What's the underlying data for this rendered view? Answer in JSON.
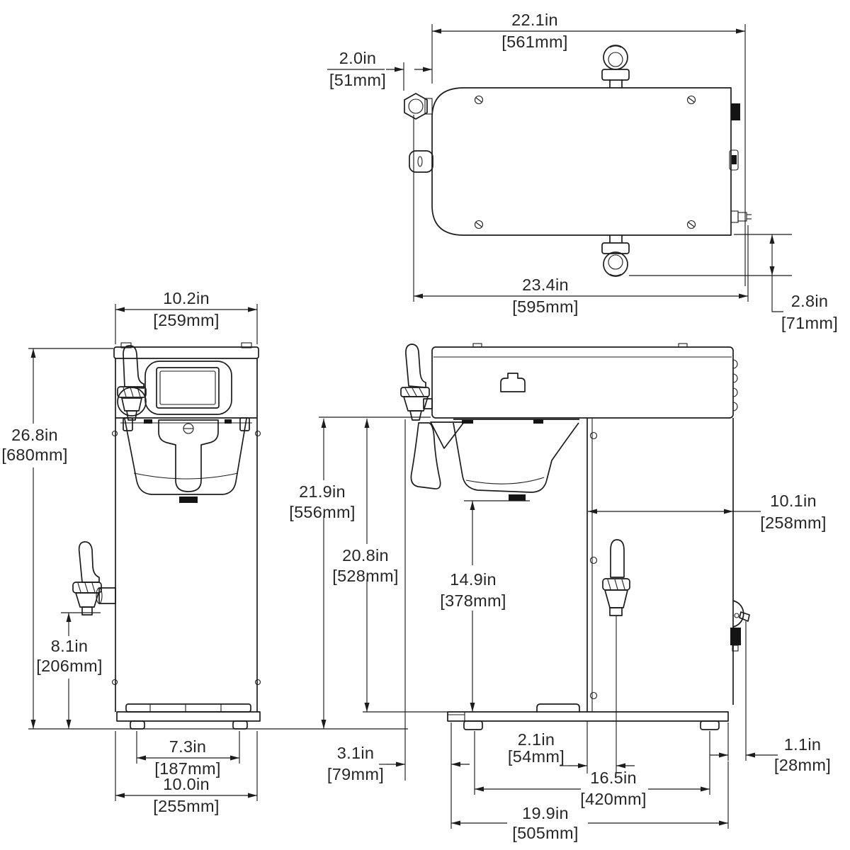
{
  "drawing": {
    "description": "three-view technical dimension drawing of a coffee brewer",
    "units": [
      "in",
      "mm"
    ],
    "dimensions": {
      "top_width": {
        "in": "22.1in",
        "mm": "[561mm]"
      },
      "side_inset": {
        "in": "2.0in",
        "mm": "[51mm]"
      },
      "top_depth": {
        "in": "23.4in",
        "mm": "[595mm]"
      },
      "rear_clearance": {
        "in": "2.8in",
        "mm": "[71mm]"
      },
      "front_width": {
        "in": "10.2in",
        "mm": "[259mm]"
      },
      "overall_height": {
        "in": "26.8in",
        "mm": "[680mm]"
      },
      "faucet_height": {
        "in": "8.1in",
        "mm": "[206mm]"
      },
      "feet_span": {
        "in": "7.3in",
        "mm": "[187mm]"
      },
      "base_width": {
        "in": "10.0in",
        "mm": "[255mm]"
      },
      "counter_clearance": {
        "in": "21.9in",
        "mm": "[556mm]"
      },
      "base_clearance": {
        "in": "20.8in",
        "mm": "[528mm]"
      },
      "funnel_clearance": {
        "in": "14.9in",
        "mm": "[378mm]"
      },
      "rear_depth": {
        "in": "10.1in",
        "mm": "[258mm]"
      },
      "front_overhang": {
        "in": "3.1in",
        "mm": "[79mm]"
      },
      "faucet_setback": {
        "in": "2.1in",
        "mm": "[54mm]"
      },
      "feet_depth": {
        "in": "16.5in",
        "mm": "[420mm]"
      },
      "rear_overhang": {
        "in": "1.1in",
        "mm": "[28mm]"
      },
      "base_depth": {
        "in": "19.9in",
        "mm": "[505mm]"
      }
    }
  }
}
